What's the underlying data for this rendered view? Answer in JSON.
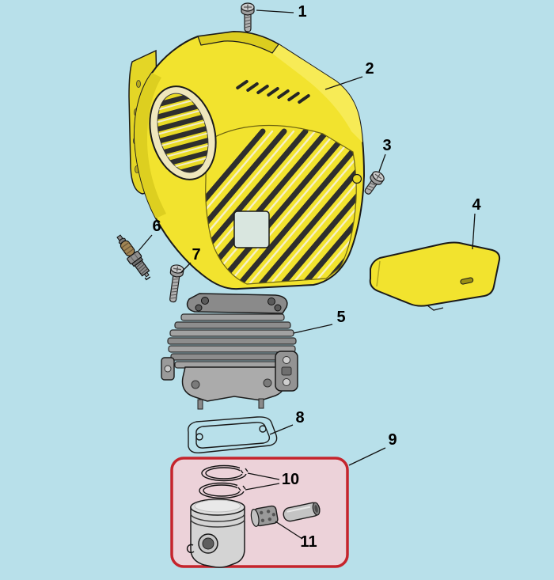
{
  "diagram": {
    "kind": "exploded-parts-diagram",
    "background_color": "#b8e0ea",
    "colors": {
      "housing_yellow": "#f2e32e",
      "flange_yellow": "#e4d626",
      "metal_gray": "#9c9c9c",
      "outline": "#1a1a1a",
      "highlight_box_stroke": "#c5242c",
      "highlight_box_fill": "#ecd2d9"
    },
    "callouts": [
      {
        "label": "1"
      },
      {
        "label": "2"
      },
      {
        "label": "3"
      },
      {
        "label": "4"
      },
      {
        "label": "5"
      },
      {
        "label": "6"
      },
      {
        "label": "7"
      },
      {
        "label": "8"
      },
      {
        "label": "9"
      },
      {
        "label": "10"
      },
      {
        "label": "11"
      }
    ]
  }
}
